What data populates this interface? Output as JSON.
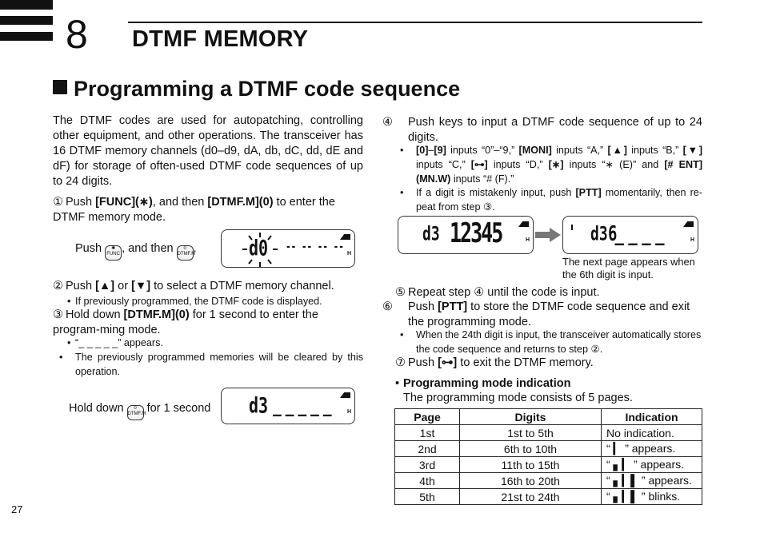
{
  "header": {
    "chapter_number": "8",
    "chapter_title": "DTMF MEMORY"
  },
  "section_title": "Programming a DTMF code sequence",
  "intro": "The DTMF codes are used for autopatching, controlling other equipment, and other operations. The transceiver has 16 DTMF memory channels (d0–d9, dA, db, dC, dd, dE and dF) for storage of often-used DTMF code sequences of up to 24 digits.",
  "steps": {
    "s1": {
      "num": "①",
      "a": "Push ",
      "b": "[FUNC](∗)",
      "c": ", and then ",
      "d": "[DTMF.M](0)",
      "e": " to enter the DTMF memory mode."
    },
    "s1_fig": {
      "push": "Push ",
      "then": ", and then ",
      "end": ".",
      "btn1_top": "✱",
      "btn1_bot": "FUNC",
      "btn2_top": "0",
      "btn2_bot": "DTMF.M"
    },
    "s2": {
      "num": "②",
      "a": "Push ",
      "b": "[▲]",
      "c": " or ",
      "d": "[▼]",
      "e": " to select a DTMF memory channel.",
      "note": "If previously programmed, the DTMF code is displayed."
    },
    "s3": {
      "num": "③",
      "a": "Hold down ",
      "b": "[DTMF.M](0)",
      "c": " for 1 second to enter the program-ming mode.",
      "note1": "“_ _ _ _ _” appears.",
      "note2": "The previously programmed memories will be cleared by this operation."
    },
    "s3_fig": {
      "a": "Hold down ",
      "b": " for 1 second"
    },
    "s4": {
      "num": "④",
      "text": "Push keys to input a DTMF code sequence of up to 24 digits.",
      "note1": {
        "a": "[0]",
        "b": "–",
        "c": "[9]",
        "d": " inputs “0”–“9,” ",
        "e": "[MONI]",
        "f": " inputs “A,” ",
        "g": "[▲]",
        "h": " inputs “B,” ",
        "i": "[▼]",
        "j": " inputs “C,” ",
        "k": "[⊶]",
        "l": " inputs “D,” ",
        "m": "[∗]",
        "n": " inputs “∗ (E)” and ",
        "o": "[# ENT] (MN.W)",
        "p": " inputs “# (F).”"
      },
      "note2": {
        "a": "If a digit is mistakenly input, push ",
        "b": "[PTT]",
        "c": " momentarily, then re-peat from step ③."
      }
    },
    "s4_caption": "The next page appears when the 6th digit is input.",
    "s5": {
      "num": "⑤",
      "text": "Repeat step ④ until the code is input."
    },
    "s6": {
      "num": "⑥",
      "a": "Push ",
      "b": "[PTT]",
      "c": " to store the DTMF code sequence and exit the programming mode.",
      "note": "When the 24th digit is input, the transceiver automatically stores the code sequence and returns to step ②."
    },
    "s7": {
      "num": "⑦",
      "a": "Push ",
      "b": "[⊶]",
      "c": " to exit the DTMF memory."
    }
  },
  "lcd": {
    "d1_main": "d0",
    "d1_rest": "-- -- -- --",
    "d2_main": "d3",
    "d2_rest": "_ _ _ _ _",
    "d3_main": "d3",
    "d3_rest": "12345",
    "d4_main": "d3",
    "d4_rest": "6_ _ _ _",
    "h": "H"
  },
  "prog_mode": {
    "heading": "Programming mode indication",
    "desc": "The programming mode consists of 5 pages."
  },
  "table": {
    "headers": [
      "Page",
      "Digits",
      "Indication"
    ],
    "rows": [
      [
        "1st",
        "1st to 5th",
        "No indication."
      ],
      [
        "2nd",
        "6th to 10th",
        "“ ▎ ” appears."
      ],
      [
        "3rd",
        "11th to 15th",
        "“ ▖▎ ” appears."
      ],
      [
        "4th",
        "16th to 20th",
        "“ ▖▎▌ ” appears."
      ],
      [
        "5th",
        "21st to 24th",
        "“ ▖▎▌ ” blinks."
      ]
    ]
  },
  "page_number": "27"
}
